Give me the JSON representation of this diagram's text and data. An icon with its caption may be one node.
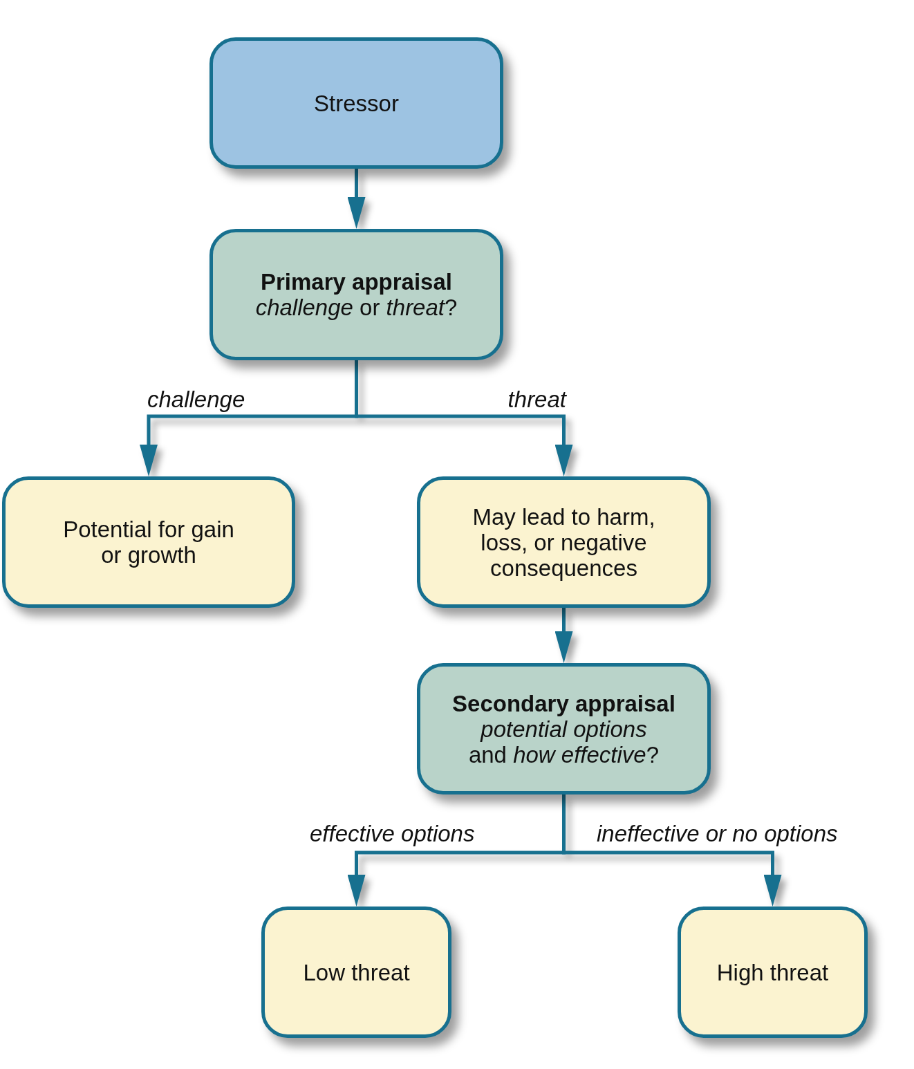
{
  "diagram": {
    "nodes": [
      {
        "text": [
          "Stressor"
        ]
      },
      {
        "text": [
          "Primary appraisal",
          "*challenge* or *threat*?"
        ]
      },
      {
        "text": [
          "Potential for gain or growth"
        ]
      },
      {
        "text": [
          "May lead to harm, loss, or negative consequences"
        ]
      },
      {
        "text": [
          "Secondary appraisal",
          "*potential options* and *how effective*?"
        ]
      },
      {
        "text": [
          "Low threat"
        ]
      },
      {
        "text": [
          "High threat"
        ]
      }
    ],
    "edges": [
      {
        "from": 0,
        "to": 1,
        "arrow": "to"
      },
      {
        "from": 1,
        "to": 2,
        "arrow": "to",
        "label": "challenge"
      },
      {
        "from": 1,
        "to": 3,
        "arrow": "to",
        "label": "threat"
      },
      {
        "from": 3,
        "to": 4,
        "arrow": "to"
      },
      {
        "from": 4,
        "to": 5,
        "arrow": "to",
        "label": "effective options"
      },
      {
        "from": 4,
        "to": 6,
        "arrow": "to",
        "label": "ineffective or no options"
      }
    ]
  }
}
